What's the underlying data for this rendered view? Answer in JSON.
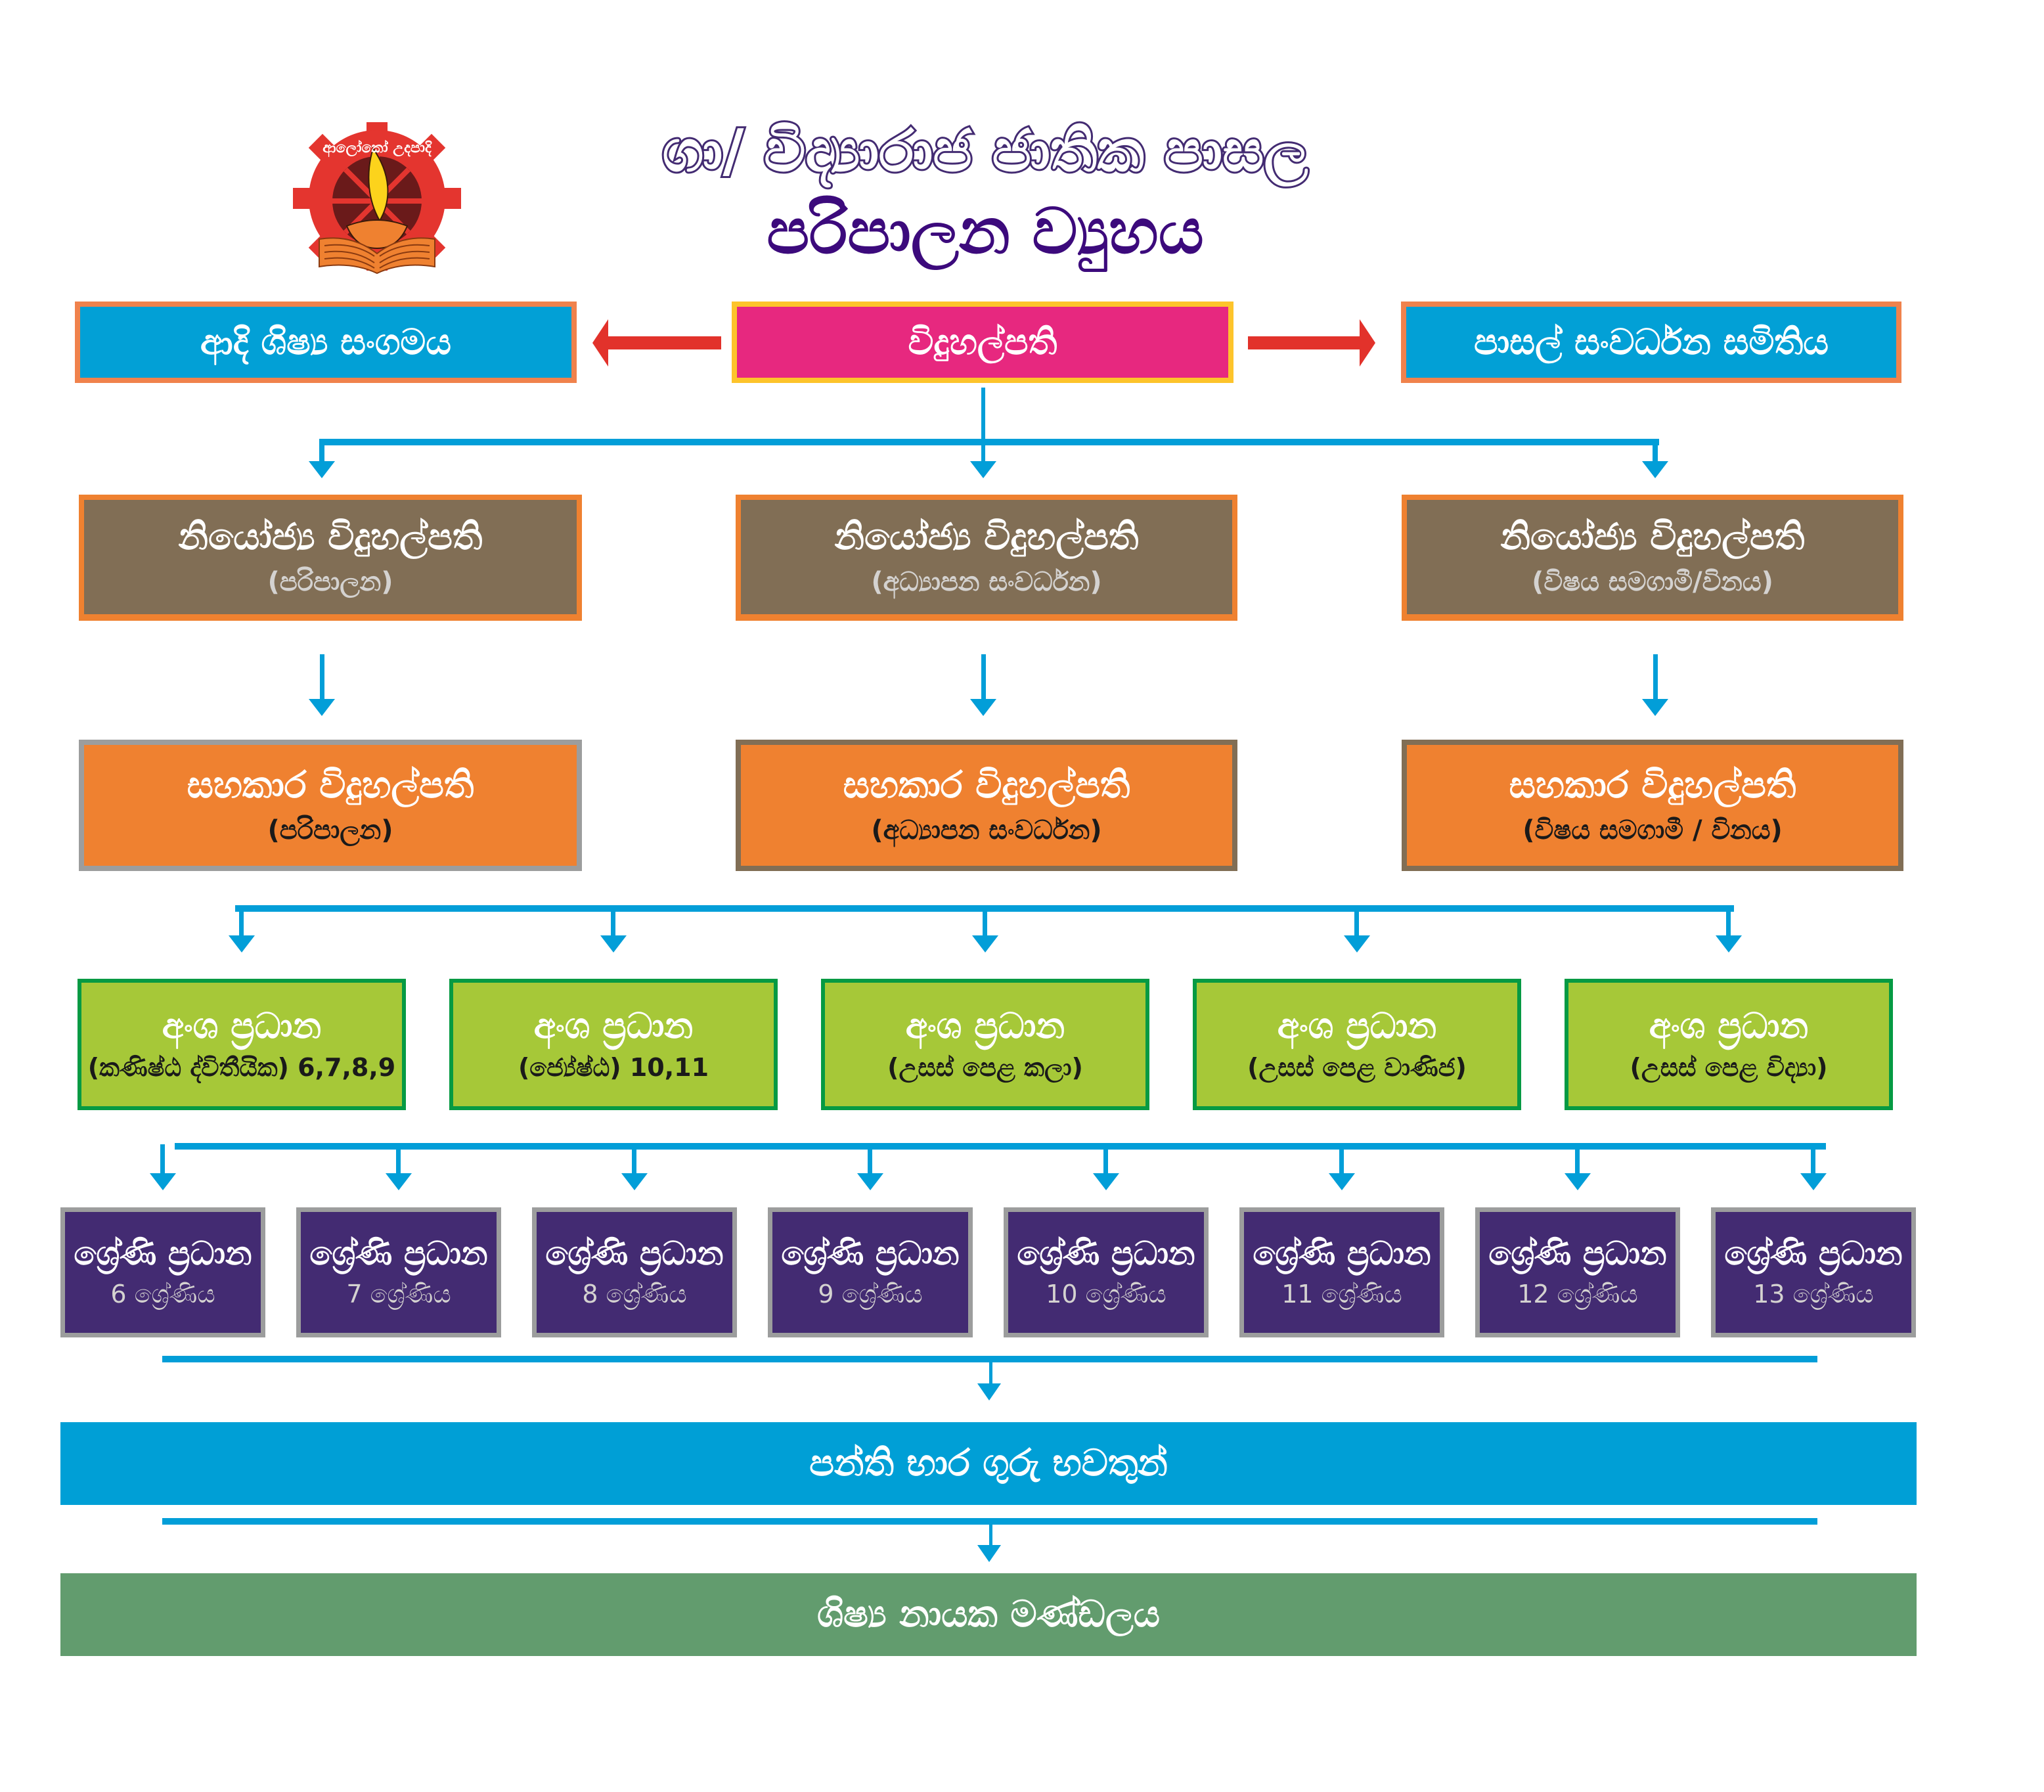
{
  "header": {
    "logo_motto": "ආලෝකෝ උදපාදි",
    "title_line1": "ගා/ විද්‍යාරාජ ජාතික පාසල",
    "title_line2": "පරිපාලන ව්‍යුහය"
  },
  "top_row": {
    "left": {
      "label": "ආදි ශිෂ්‍ය සංගමය"
    },
    "center": {
      "label": "විදුහල්පති"
    },
    "right": {
      "label": "පාසල් සංවර්ධන සමිතිය"
    }
  },
  "deputy_principals": [
    {
      "title": "නියෝජ්‍ය විදුහල්පති",
      "subtitle": "(පරිපාලන)"
    },
    {
      "title": "නියෝජ්‍ය විදුහල්පති",
      "subtitle": "(අධ්‍යාපන සංවර්ධන)"
    },
    {
      "title": "නියෝජ්‍ය විදුහල්පති",
      "subtitle": "(විෂය සමගාමී/විනය)"
    }
  ],
  "assistant_principals": [
    {
      "title": "සහකාර විදුහල්පති",
      "subtitle": "(පරිපාලන)"
    },
    {
      "title": "සහකාර විදුහල්පති",
      "subtitle": "(අධ්‍යාපන සංවර්ධන)"
    },
    {
      "title": "සහකාර විදුහල්පති",
      "subtitle": "(විෂය සමගාමී / විනය)"
    }
  ],
  "section_heads": [
    {
      "title": "අංශ ප්‍රධාන",
      "subtitle": "(කණිෂ්ඨ ද්විතීයික) 6,7,8,9"
    },
    {
      "title": "අංශ ප්‍රධාන",
      "subtitle": "(ජ්‍යේෂ්ඨ) 10,11"
    },
    {
      "title": "අංශ ප්‍රධාන",
      "subtitle": "(උසස් පෙළ කලා)"
    },
    {
      "title": "අංශ ප්‍රධාන",
      "subtitle": "(උසස් පෙළ වාණිජ)"
    },
    {
      "title": "අංශ ප්‍රධාන",
      "subtitle": "(උසස් පෙළ විද්‍යා)"
    }
  ],
  "grade_heads": [
    {
      "title": "ශ්‍රේණි ප්‍රධාන",
      "subtitle": "6 ශ්‍රේණිය"
    },
    {
      "title": "ශ්‍රේණි ප්‍රධාන",
      "subtitle": "7 ශ්‍රේණිය"
    },
    {
      "title": "ශ්‍රේණි ප්‍රධාන",
      "subtitle": "8 ශ්‍රේණිය"
    },
    {
      "title": "ශ්‍රේණි ප්‍රධාන",
      "subtitle": "9 ශ්‍රේණිය"
    },
    {
      "title": "ශ්‍රේණි ප්‍රධාන",
      "subtitle": "10 ශ්‍රේණිය"
    },
    {
      "title": "ශ්‍රේණි ප්‍රධාන",
      "subtitle": "11 ශ්‍රේණිය"
    },
    {
      "title": "ශ්‍රේණි ප්‍රධාන",
      "subtitle": "12 ශ්‍රේණිය"
    },
    {
      "title": "ශ්‍රේණි ප්‍රධාන",
      "subtitle": "13 ශ්‍රේණිය"
    }
  ],
  "class_teachers": {
    "label": "පන්ති භාර ගුරු භවතුන්"
  },
  "prefects": {
    "label": "ශිෂ්‍ය නායක මණ්ඩලය"
  },
  "colors": {
    "title_purple": "#432b72",
    "title_solid": "#3c0a7c",
    "principal_pink": "#e7287f",
    "committee_blue": "#02a0d6",
    "deputy_brown": "#816e55",
    "assistant_orange": "#ef8130",
    "section_green": "#a6c838",
    "grade_purple": "#432b72",
    "teachers_blue": "#009fd6",
    "prefects_green": "#629c6e",
    "connector_blue": "#029ed8",
    "arrow_red": "#e2322b"
  }
}
